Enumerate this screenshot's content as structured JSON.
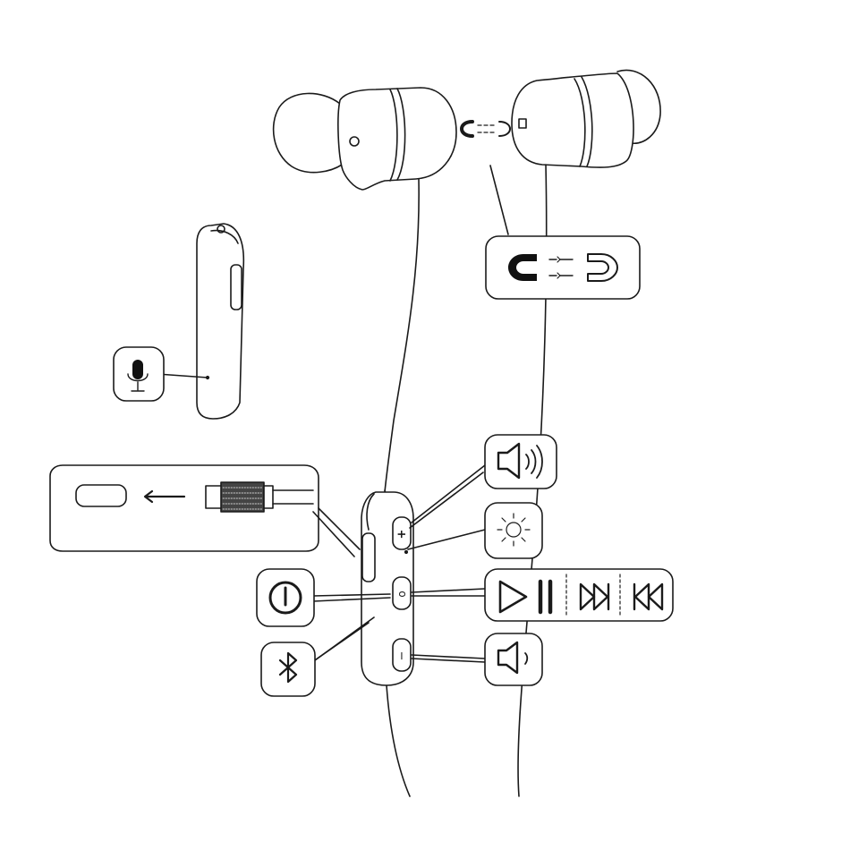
{
  "diagram": {
    "callouts": [
      {
        "id": "microphone",
        "icon": "microphone-icon"
      },
      {
        "id": "usb-charging",
        "icon": "micro-usb-port-icon"
      },
      {
        "id": "magnets",
        "icon": "magnet-icon"
      },
      {
        "id": "volume-up",
        "icon": "volume-up-icon"
      },
      {
        "id": "led-indicator",
        "icon": "led-light-icon"
      },
      {
        "id": "play-pause-skip",
        "icons": [
          "play-icon",
          "pause-icon",
          "fast-forward-icon",
          "rewind-icon"
        ]
      },
      {
        "id": "volume-down",
        "icon": "volume-down-icon"
      },
      {
        "id": "power",
        "icon": "power-icon"
      },
      {
        "id": "bluetooth",
        "icon": "bluetooth-icon"
      }
    ],
    "remote_buttons": [
      "+",
      "o",
      "−"
    ],
    "colors": {
      "line": "#1a1a1a",
      "fill": "#ffffff",
      "callout_fill": "#ffffff",
      "dark": "#111111"
    }
  }
}
